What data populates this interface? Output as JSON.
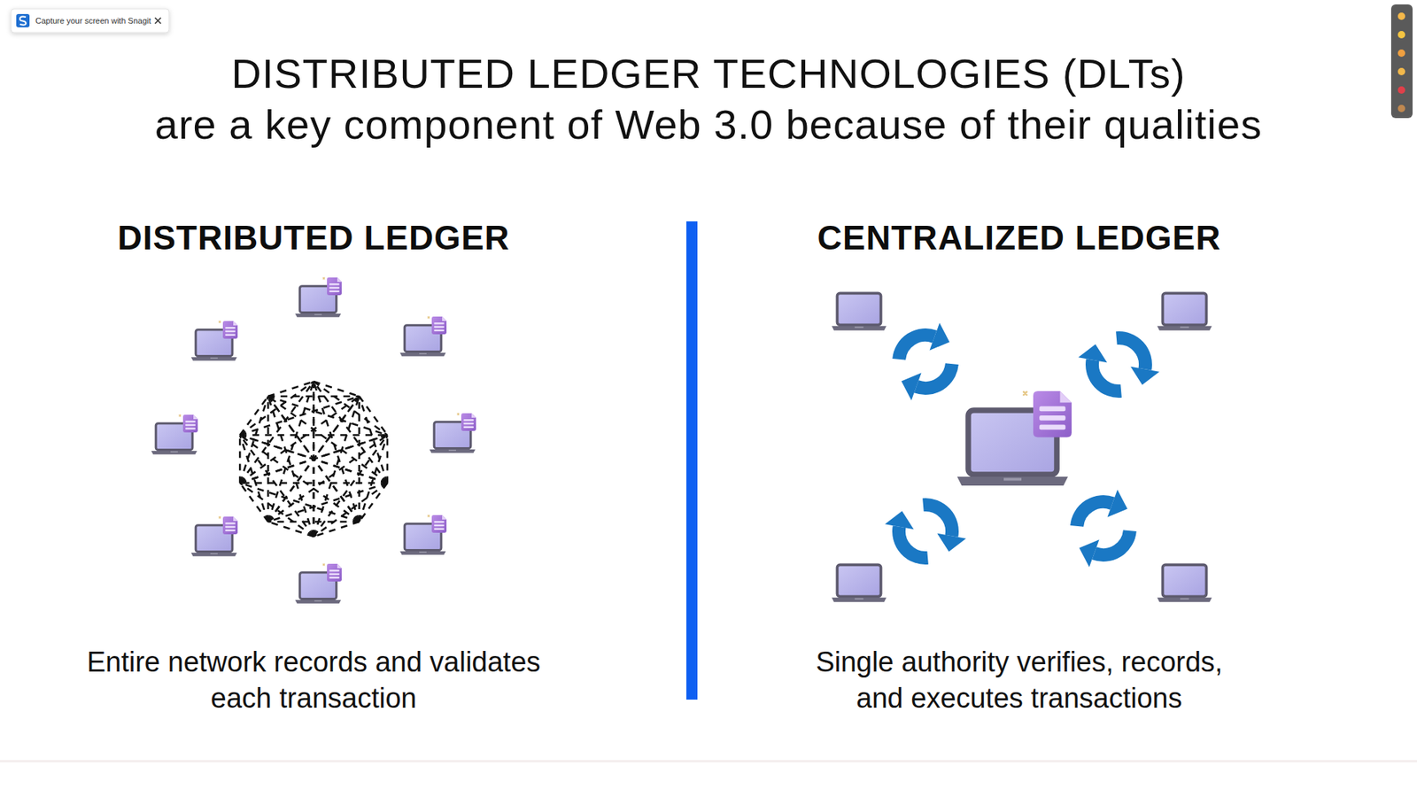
{
  "diagram": {
    "title": "DISTRIBUTED LEDGER TECHNOLOGIES (DLTs)",
    "nodes": [
      {
        "text": [
          "DISTRIBUTED LEDGER",
          "Entire network records and validates each transaction"
        ]
      },
      {
        "text": [
          "CENTRALIZED LEDGER",
          "Single authority verifies, records, and executes transactions"
        ]
      }
    ],
    "labels": [
      "are a key component of Web 3.0 because of their qualities",
      "Capture your screen with Snagit"
    ]
  }
}
